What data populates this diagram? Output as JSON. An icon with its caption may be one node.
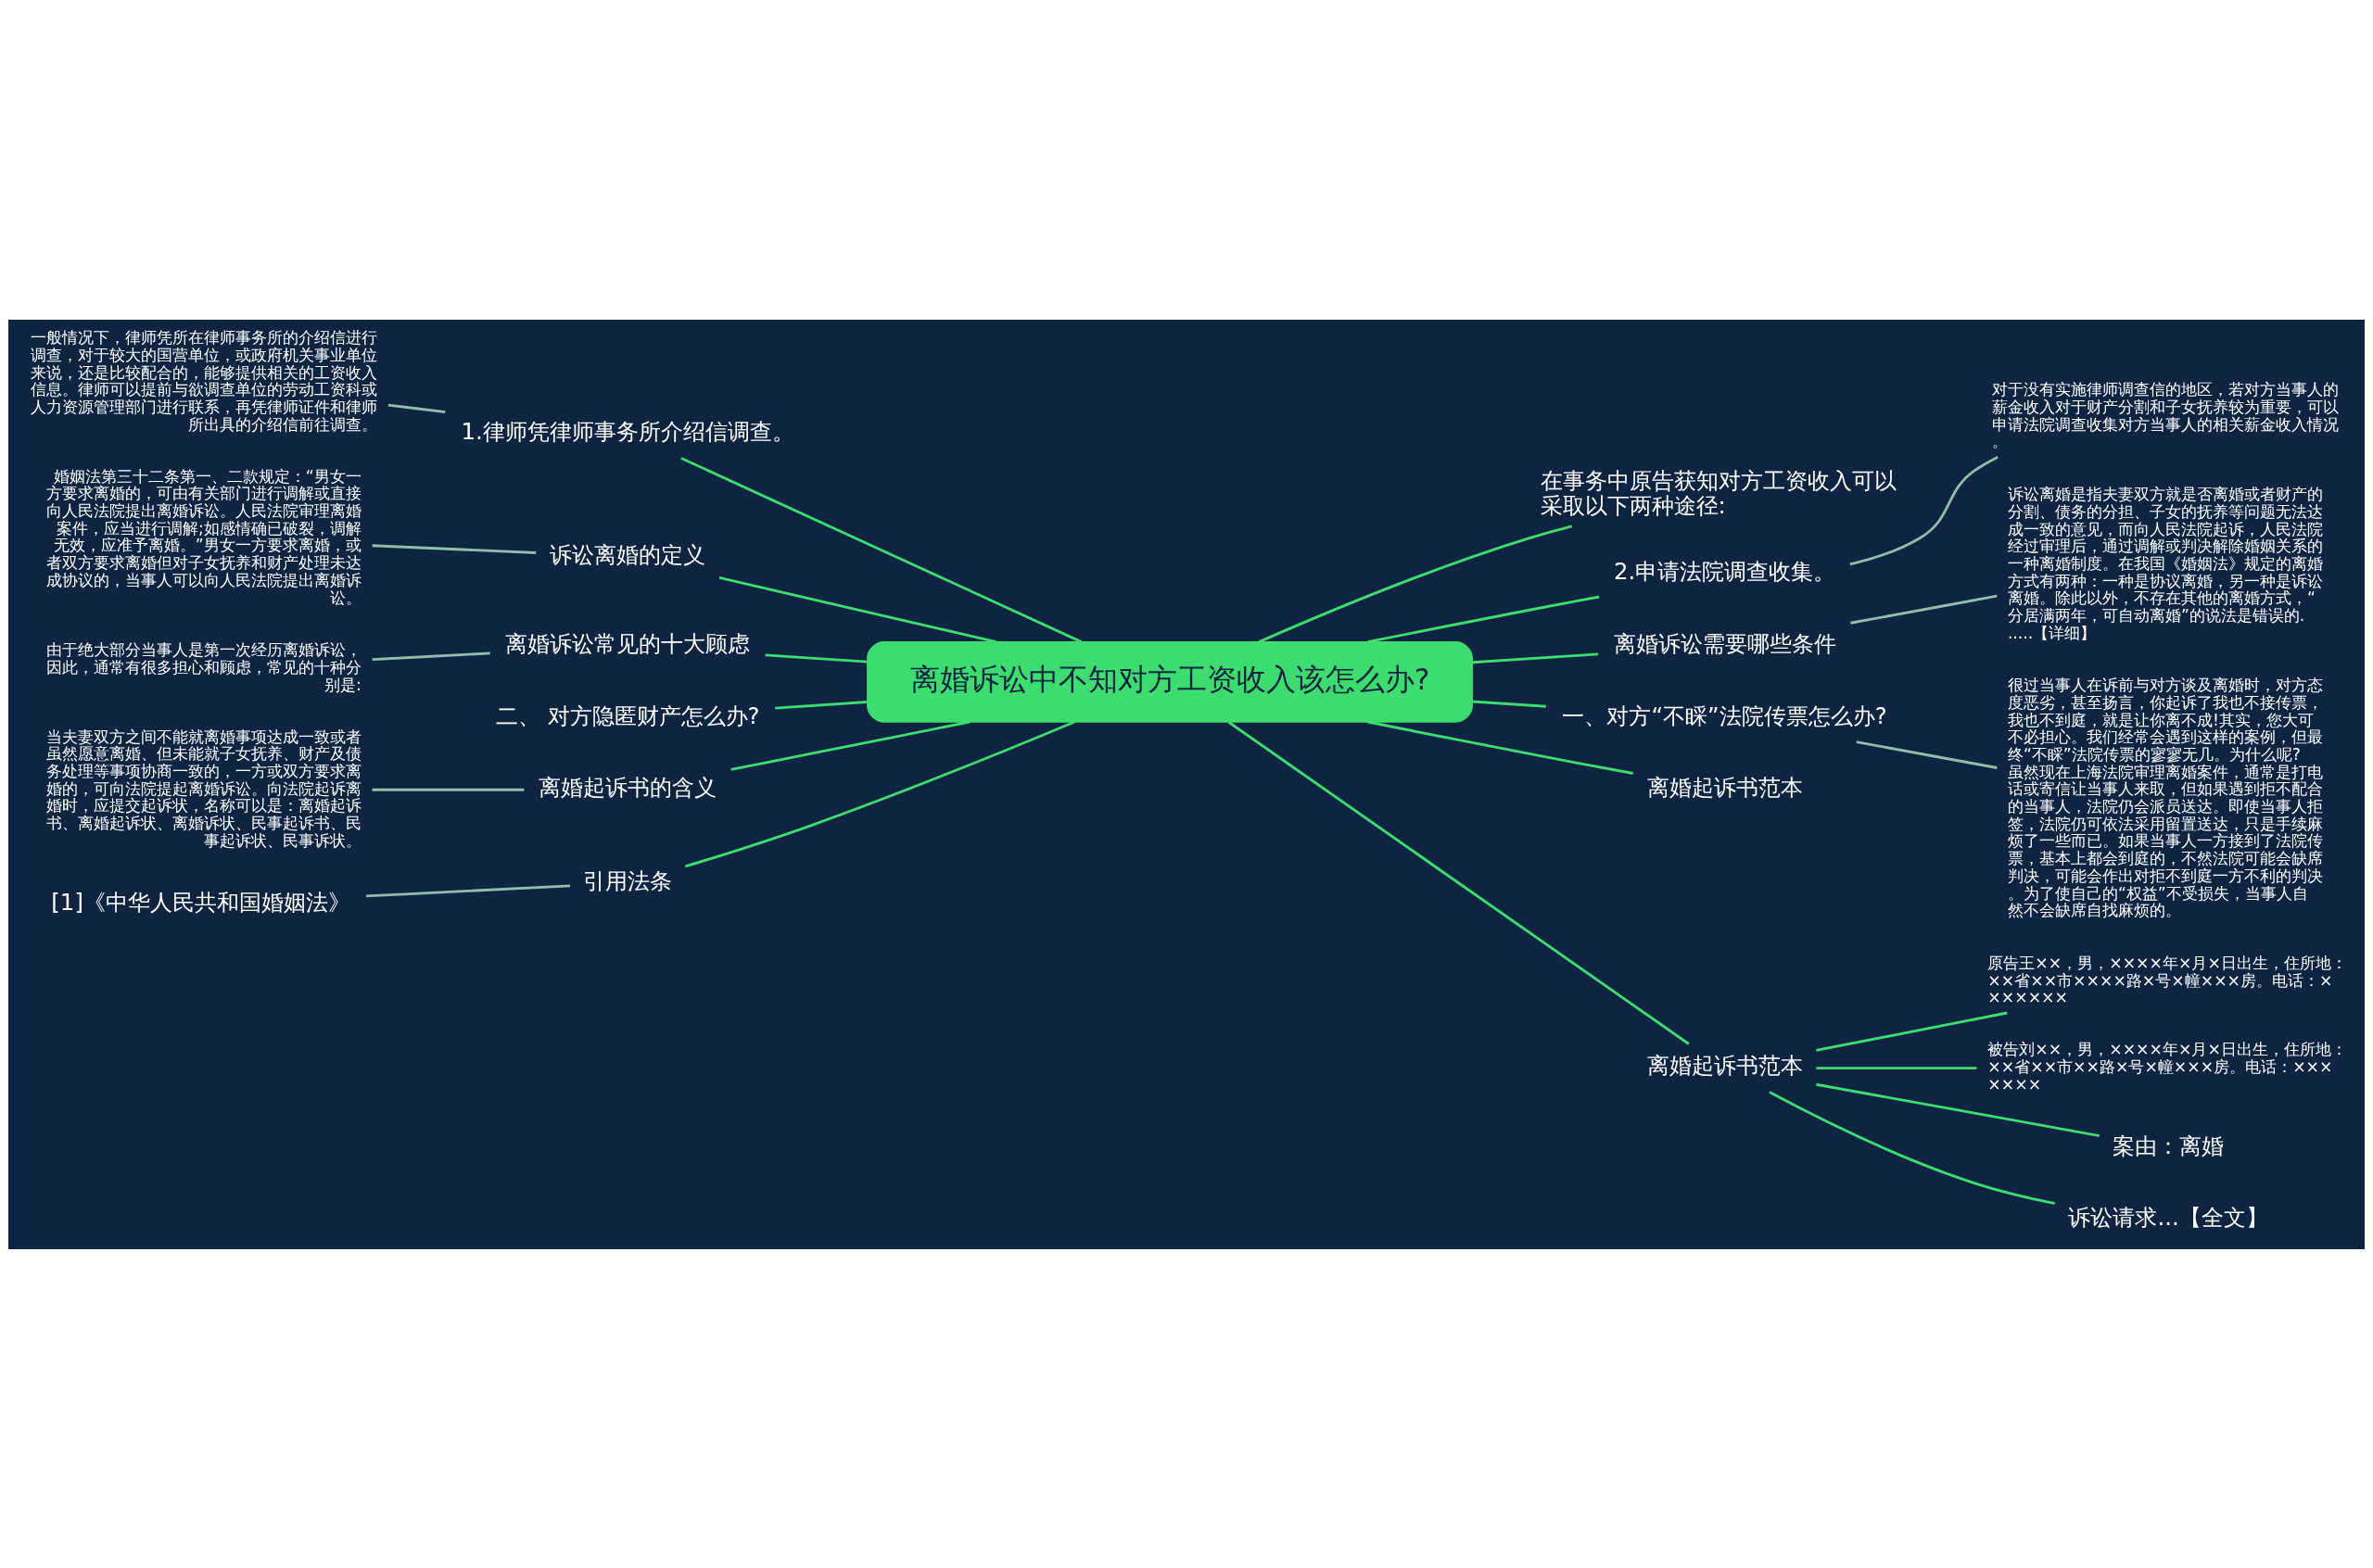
{
  "diagram": {
    "nodes": [
      {
        "text": [
          "离婚诉讼中不知对方工资收入该怎么办?"
        ]
      },
      {
        "text": [
          "在事务中原告获知对方工资收入可以采取以下两种途径:"
        ]
      },
      {
        "text": [
          "1.律师凭律师事务所介绍信调查。"
        ]
      },
      {
        "text": [
          "一般情况下，律师凭所在律师事务所的介绍信进行调查，对于较大的国营单位，或政府机关事业单位来说，还是比较配合的，能够提供相关的工资收入信息。律师可以提前与欲调查单位的劳动工资科或人力资源管理部门进行联系，再凭律师证件和律师所出具的介绍信前往调查。"
        ]
      },
      {
        "text": [
          "2.申请法院调查收集。"
        ]
      },
      {
        "text": [
          "对于没有实施律师调查信的地区，若对方当事人的薪金收入对于财产分割和子女抚养较为重要，可以申请法院调查收集对方当事人的相关薪金收入情况。"
        ]
      },
      {
        "text": [
          "诉讼离婚的定义"
        ]
      },
      {
        "text": [
          "婚姻法第三十二条第一、二款规定：“男女一方要求离婚的，可由有关部门进行调解或直接向人民法院提出离婚诉讼。人民法院审理离婚案件，应当进行调解;如感情确已破裂，调解无效，应准予离婚。”男女一方要求离婚，或者双方要求离婚但对子女抚养和财产处理未达成协议的，当事人可以向人民法院提出离婚诉讼。"
        ]
      },
      {
        "text": [
          "离婚诉讼需要哪些条件"
        ]
      },
      {
        "text": [
          "诉讼离婚是指夫妻双方就是否离婚或者财产的分割、债务的分担、子女的抚养等问题无法达成一致的意见，而向人民法院起诉，人民法院经过审理后，通过调解或判决解除婚姻关系的一种离婚制度。在我国《婚姻法》规定的离婚方式有两种：一种是协议离婚，另一种是诉讼离婚。除此以外，不存在其他的离婚方式，“分居满两年，可自动离婚”的说法是错误的......【详细】"
        ]
      },
      {
        "text": [
          "离婚诉讼常见的十大顾虑"
        ]
      },
      {
        "text": [
          "由于绝大部分当事人是第一次经历离婚诉讼，因此，通常有很多担心和顾虑，常见的十种分别是:"
        ]
      },
      {
        "text": [
          "一、对方“不睬”法院传票怎么办?"
        ]
      },
      {
        "text": [
          "很过当事人在诉前与对方谈及离婚时，对方态度恶劣，甚至扬言，你起诉了我也不接传票，我也不到庭，就是让你离不成!其实，您大可不必担心。我们经常会遇到这样的案例，但最终“不睬”法院传票的寥寥无几。为什么呢?虽然现在上海法院审理离婚案件，通常是打电话或寄信让当事人来取，但如果遇到拒不配合的当事人，法院仍会派员送达。即使当事人拒签，法院仍可依法采用留置送达，只是手续麻烦了一些而已。如果当事人一方接到了法院传票，基本上都会到庭的，不然法院可能会缺席判决，可能会作出对拒不到庭一方不利的判决。为了使自己的“权益”不受损失，当事人自然不会缺席自找麻烦的。"
        ]
      },
      {
        "text": [
          "二、 对方隐匿财产怎么办?"
        ]
      },
      {
        "text": [
          "离婚起诉书的含义"
        ]
      },
      {
        "text": [
          "当夫妻双方之间不能就离婚事项达成一致或者虽然愿意离婚、但未能就子女抚养、财产及债务处理等事项协商一致的，一方或双方要求离婚的，可向法院提起离婚诉讼。向法院起诉离婚时，应提交起诉状，名称可以是：离婚起诉书、离婚起诉状、离婚诉状、民事起诉书、民事起诉状、民事诉状。"
        ]
      },
      {
        "text": [
          "离婚起诉书范本"
        ]
      },
      {
        "text": [
          "引用法条"
        ]
      },
      {
        "text": [
          "[1]《中华人民共和国婚姻法》"
        ]
      },
      {
        "text": [
          "离婚起诉书范本"
        ]
      },
      {
        "text": [
          "原告王××，男，××××年×月×日出生，住所地：××省××市××××路×号×幢×××房。电话：×××××××"
        ]
      },
      {
        "text": [
          "被告刘××，男，××××年×月×日出生，住所地：××省××市××路×号×幢×××房。电话：×××××××"
        ]
      },
      {
        "text": [
          "案由：离婚"
        ]
      },
      {
        "text": [
          "诉讼请求...【全文】"
        ]
      }
    ],
    "edges": [
      {
        "from": 0,
        "to": 1,
        "arrow": "none"
      },
      {
        "from": 0,
        "to": 2,
        "arrow": "none"
      },
      {
        "from": 2,
        "to": 3,
        "arrow": "none",
        "color": "#8fbfa8"
      },
      {
        "from": 0,
        "to": 4,
        "arrow": "none"
      },
      {
        "from": 4,
        "to": 5,
        "arrow": "none",
        "color": "#8fbfa8"
      },
      {
        "from": 0,
        "to": 6,
        "arrow": "none"
      },
      {
        "from": 6,
        "to": 7,
        "arrow": "none",
        "color": "#8fbfa8"
      },
      {
        "from": 0,
        "to": 8,
        "arrow": "none"
      },
      {
        "from": 8,
        "to": 9,
        "arrow": "none",
        "color": "#8fbfa8"
      },
      {
        "from": 0,
        "to": 10,
        "arrow": "none"
      },
      {
        "from": 10,
        "to": 11,
        "arrow": "none",
        "color": "#8fbfa8"
      },
      {
        "from": 0,
        "to": 12,
        "arrow": "none"
      },
      {
        "from": 12,
        "to": 13,
        "arrow": "none",
        "color": "#8fbfa8"
      },
      {
        "from": 0,
        "to": 14,
        "arrow": "none"
      },
      {
        "from": 0,
        "to": 15,
        "arrow": "none"
      },
      {
        "from": 15,
        "to": 16,
        "arrow": "none",
        "color": "#8fbfa8"
      },
      {
        "from": 0,
        "to": 17,
        "arrow": "none"
      },
      {
        "from": 0,
        "to": 18,
        "arrow": "none"
      },
      {
        "from": 18,
        "to": 19,
        "arrow": "none",
        "color": "#8fbfa8"
      },
      {
        "from": 0,
        "to": 20,
        "arrow": "none"
      },
      {
        "from": 20,
        "to": 21,
        "arrow": "none"
      },
      {
        "from": 20,
        "to": 22,
        "arrow": "none"
      },
      {
        "from": 20,
        "to": 23,
        "arrow": "none"
      },
      {
        "from": 20,
        "to": 24,
        "arrow": "none"
      }
    ]
  }
}
